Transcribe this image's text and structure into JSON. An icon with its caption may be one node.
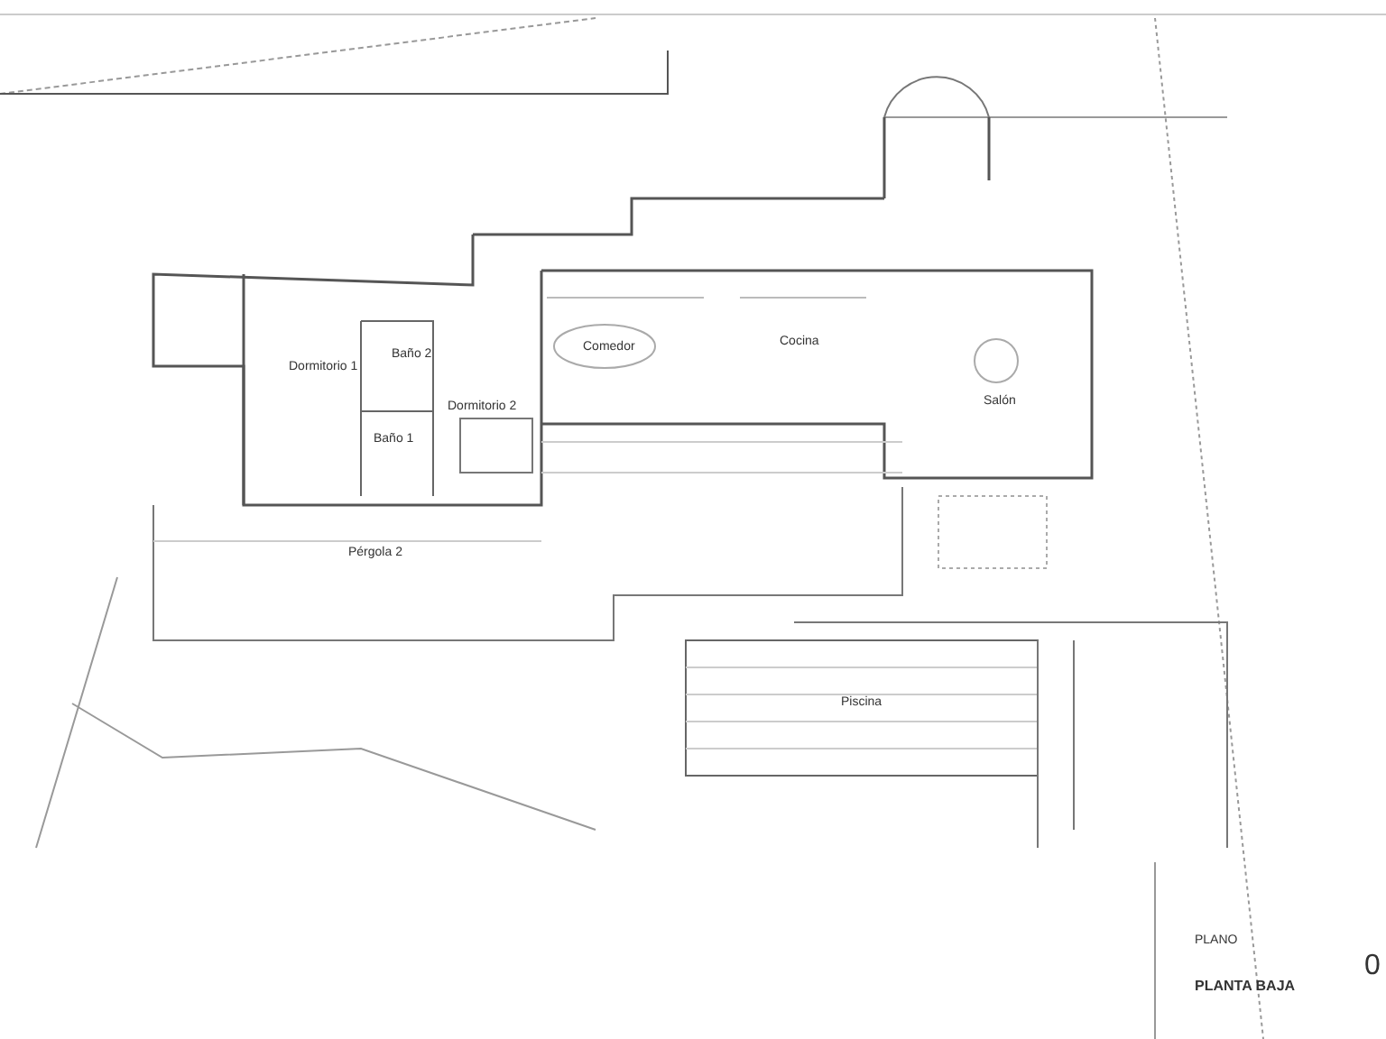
{
  "diagram": {
    "labels": [
      "Comedor",
      "Cocina",
      "Baño 2",
      "Dormitorio 1",
      "Salón",
      "Dormitorio 2",
      "Baño 1",
      "Pérgola 2",
      "Piscina",
      "PLANO",
      "0",
      "PLANTA BAJA"
    ]
  }
}
